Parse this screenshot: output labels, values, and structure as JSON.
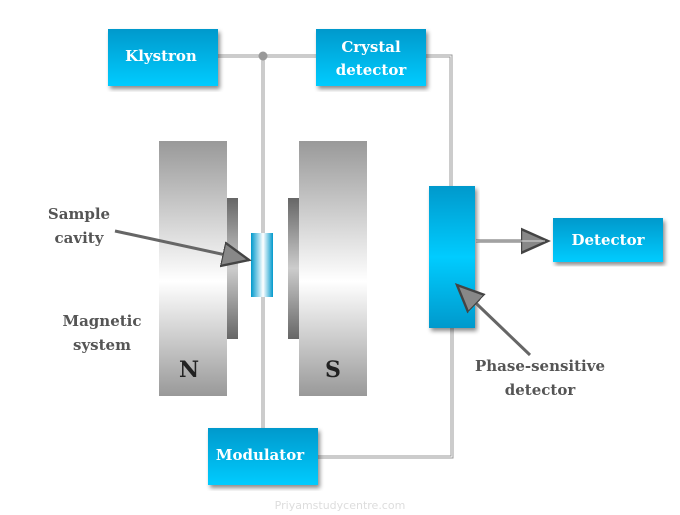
{
  "boxes": {
    "klystron": "Klystron",
    "crystal_1": "Crystal",
    "crystal_2": "detector",
    "detector": "Detector",
    "modulator": "Modulator"
  },
  "labels": {
    "sample_1": "Sample",
    "sample_2": "cavity",
    "magnetic_1": "Magnetic",
    "magnetic_2": "system",
    "north": "N",
    "south": "S",
    "psd_1": "Phase-sensitive",
    "psd_2": "detector"
  },
  "watermark": "Priyamstudycentre.com",
  "colors": {
    "box_top": "#0099cc",
    "box_bottom": "#00ccff",
    "magnet_dark": "#999999"
  }
}
